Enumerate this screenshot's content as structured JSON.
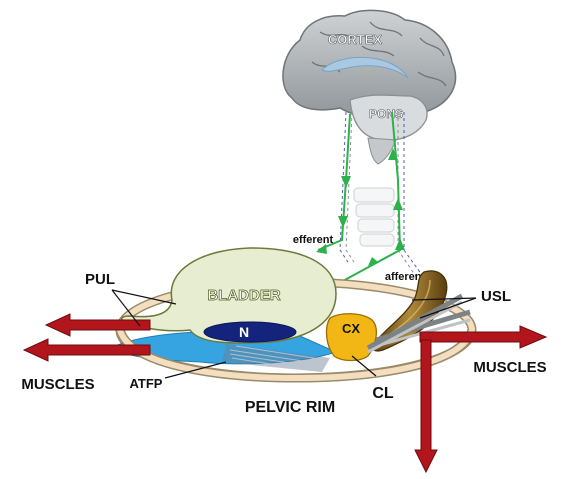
{
  "labels": {
    "cortex": "CORTEX",
    "pons": "PONS",
    "efferent": "efferent",
    "afferent": "afferent",
    "bladder": "BLADDER",
    "n": "N",
    "cx": "CX",
    "pul": "PUL",
    "usl": "USL",
    "muscles_left": "MUSCLES",
    "muscles_right": "MUSCLES",
    "atfp": "ATFP",
    "pelvic_rim": "PELVIC RIM",
    "cl": "CL"
  },
  "colors": {
    "brain": "#b5b9bc",
    "pons": "#d9dcde",
    "bladder": "#e6edd0",
    "bladder_outline": "#6a7a3a",
    "nerve_green": "#2db14a",
    "rim_fill": "#f3dfbf",
    "muscle_red": "#b3151c",
    "cervix_yellow": "#f3b715",
    "uterosacral_brown": "#8a6a1c",
    "pelvic_floor_blue": "#36a4e0",
    "nucleus_navy": "#14237c"
  }
}
